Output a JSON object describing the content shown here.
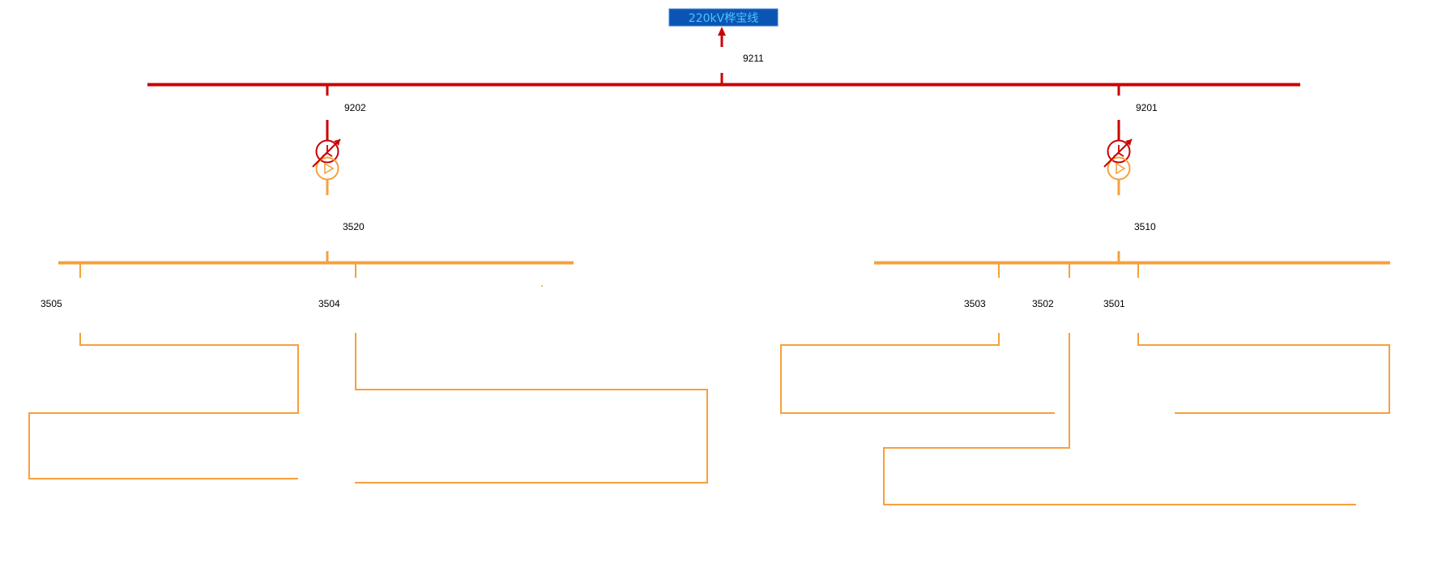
{
  "colors": {
    "hv_bus": "#cc0000",
    "mv_bus": "#f7a03c",
    "title_bg": "#0a55b3",
    "title_text": "#4fc3ff",
    "label_text": "#000000"
  },
  "line": {
    "title": "220kV桦宝线"
  },
  "labels": {
    "sw_9211": "9211",
    "sw_9202": "9202",
    "sw_9201": "9201",
    "sw_3520": "3520",
    "sw_3510": "3510",
    "sw_3505": "3505",
    "sw_3504": "3504",
    "sw_3503": "3503",
    "sw_3502": "3502",
    "sw_3501": "3501"
  },
  "icons": {
    "transformer_left": "two-winding-transformer-icon",
    "transformer_right": "two-winding-transformer-icon"
  }
}
